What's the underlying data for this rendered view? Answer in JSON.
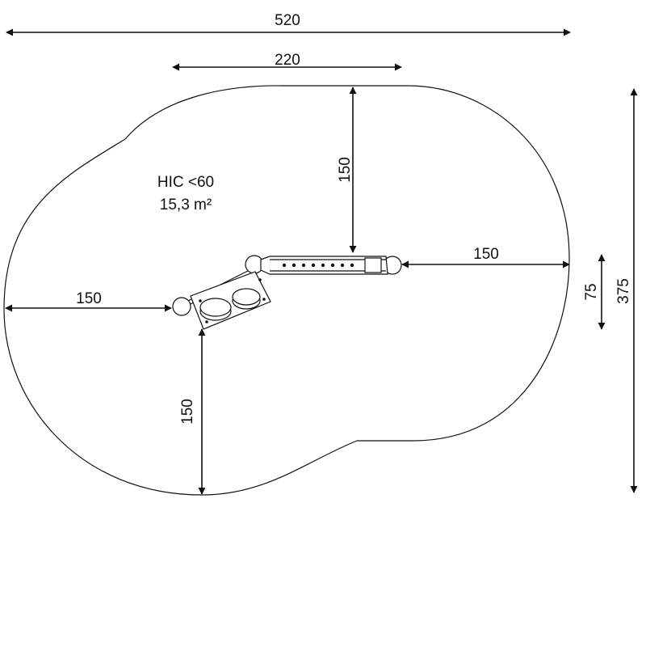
{
  "area": {
    "hic": "HIC <60",
    "surface": "15,3 m²"
  },
  "dimensions": {
    "overall_width": "520",
    "equipment_length": "220",
    "clearance_top": "150",
    "clearance_right": "150",
    "clearance_left": "150",
    "clearance_bottom": "150",
    "equipment_depth": "75",
    "overall_depth": "375"
  },
  "colors": {
    "ink": "#111111",
    "background": "#ffffff"
  }
}
